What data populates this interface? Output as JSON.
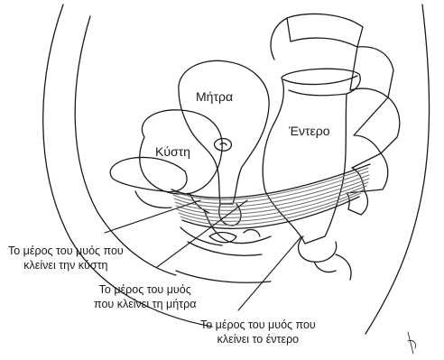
{
  "organs": {
    "uterus": "Μήτρα",
    "bladder": "Κύστη",
    "bowel": "Έντερο"
  },
  "callouts": [
    {
      "lines": [
        "Το μέρος του μυός που",
        "κλείνει την κύστη"
      ]
    },
    {
      "lines": [
        "Το μέρος του μυός",
        "που κλείνει τη μήτρα"
      ]
    },
    {
      "lines": [
        "Το μέρος του μυός που",
        "κλείνει το έντερο"
      ]
    }
  ],
  "colors": {
    "ink": "#1a1a1a",
    "muscle": "#6f6f6f",
    "paper": "#ffffff"
  }
}
